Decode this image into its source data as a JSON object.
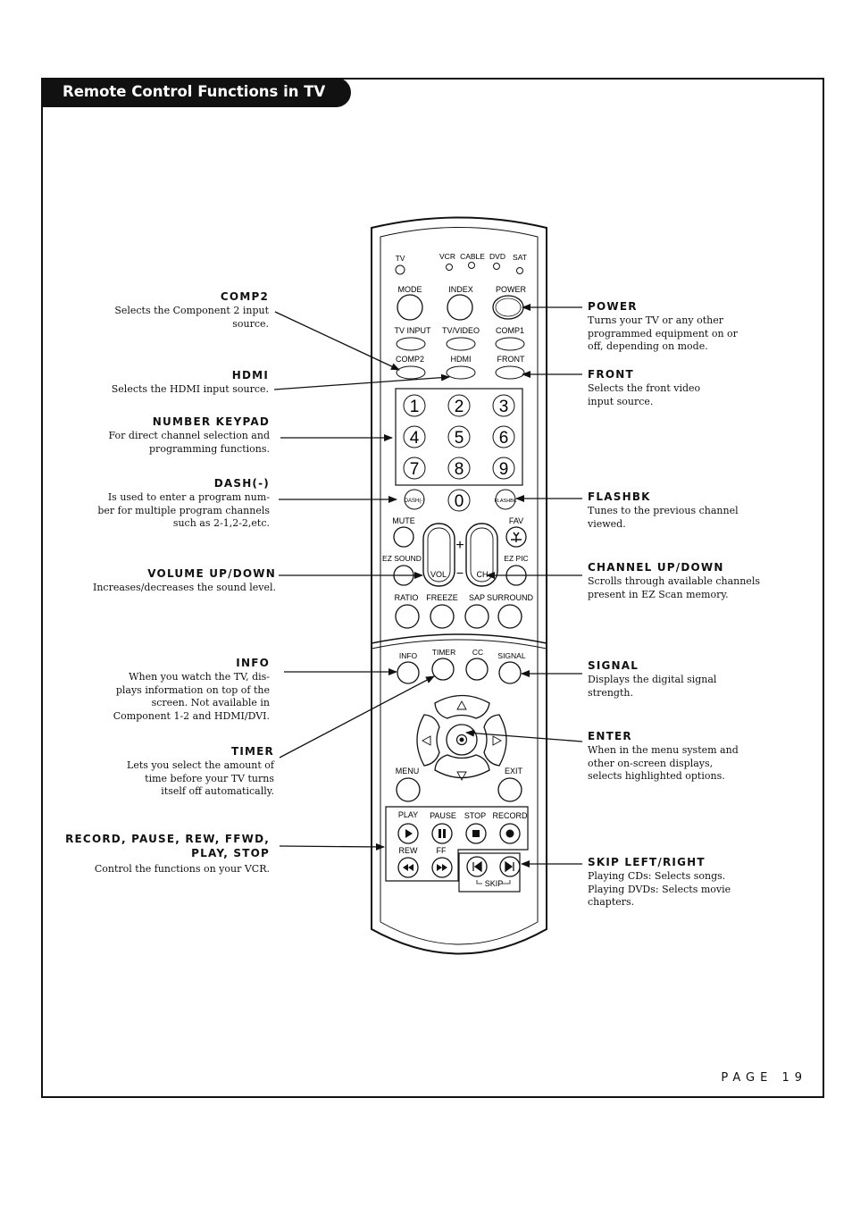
{
  "header": {
    "title": "Remote Control Functions in TV Mode"
  },
  "footer": {
    "page": "PAGE 19"
  },
  "remote": {
    "modes": [
      "TV",
      "VCR",
      "CABLE",
      "DVD",
      "SAT"
    ],
    "row1": [
      "MODE",
      "INDEX",
      "POWER"
    ],
    "row2": [
      "TV INPUT",
      "TV/VIDEO",
      "COMP1"
    ],
    "row3": [
      "COMP2",
      "HDMI",
      "FRONT"
    ],
    "digits": [
      "1",
      "2",
      "3",
      "4",
      "5",
      "6",
      "7",
      "8",
      "9",
      "0"
    ],
    "dash": "DASH(-)",
    "flashbk": "FLASHBK",
    "mute": "MUTE",
    "fav": "FAV",
    "ez_sound": "EZ SOUND",
    "ez_pic": "EZ PIC",
    "vol": "VOL",
    "ch": "CH",
    "plus": "+",
    "minus": "−",
    "row_ratio": [
      "RATIO",
      "FREEZE",
      "SAP",
      "SURROUND"
    ],
    "row_info": [
      "INFO",
      "TIMER",
      "CC",
      "SIGNAL"
    ],
    "menu": "MENU",
    "exit": "EXIT",
    "transport1": [
      "PLAY",
      "PAUSE",
      "STOP",
      "RECORD"
    ],
    "rew": "REW",
    "ff": "FF",
    "skip": "SKIP"
  },
  "annotations_left": [
    {
      "heading": "COMP2",
      "desc": "Selects the Component 2 input\nsource."
    },
    {
      "heading": "HDMI",
      "desc": "Selects the HDMI input source."
    },
    {
      "heading": "NUMBER KEYPAD",
      "desc": "For direct channel selection and\nprogramming functions."
    },
    {
      "heading": "DASH(-)",
      "desc": "Is used to enter a program num-\nber for multiple program channels\nsuch as 2-1,2-2,etc."
    },
    {
      "heading": "VOLUME UP/DOWN",
      "desc": "Increases/decreases the sound level."
    },
    {
      "heading": "INFO",
      "desc": "When you watch the TV, dis-\nplays information on top of the\nscreen. Not available in\nComponent 1-2 and HDMI/DVI."
    },
    {
      "heading": "TIMER",
      "desc": "Lets you select the amount of\ntime before your TV turns\nitself off automatically."
    },
    {
      "heading": "RECORD, PAUSE, REW, FFWD,\nPLAY, STOP",
      "desc": "Control the functions on your VCR."
    }
  ],
  "annotations_right": [
    {
      "heading": "POWER",
      "desc": "Turns your TV or any other\nprogrammed equipment on or\noff, depending on mode."
    },
    {
      "heading": "FRONT",
      "desc": "Selects the front video\ninput source."
    },
    {
      "heading": "FLASHBK",
      "desc": "Tunes to the previous channel\nviewed."
    },
    {
      "heading": "CHANNEL UP/DOWN",
      "desc": "Scrolls through available channels\npresent in EZ Scan memory."
    },
    {
      "heading": "SIGNAL",
      "desc": "Displays the digital signal\nstrength."
    },
    {
      "heading": "ENTER",
      "desc": "When in the menu system and\nother on-screen displays,\nselects highlighted options."
    },
    {
      "heading": "SKIP LEFT/RIGHT",
      "desc": "Playing CDs: Selects songs.\nPlaying DVDs: Selects movie\nchapters."
    }
  ]
}
